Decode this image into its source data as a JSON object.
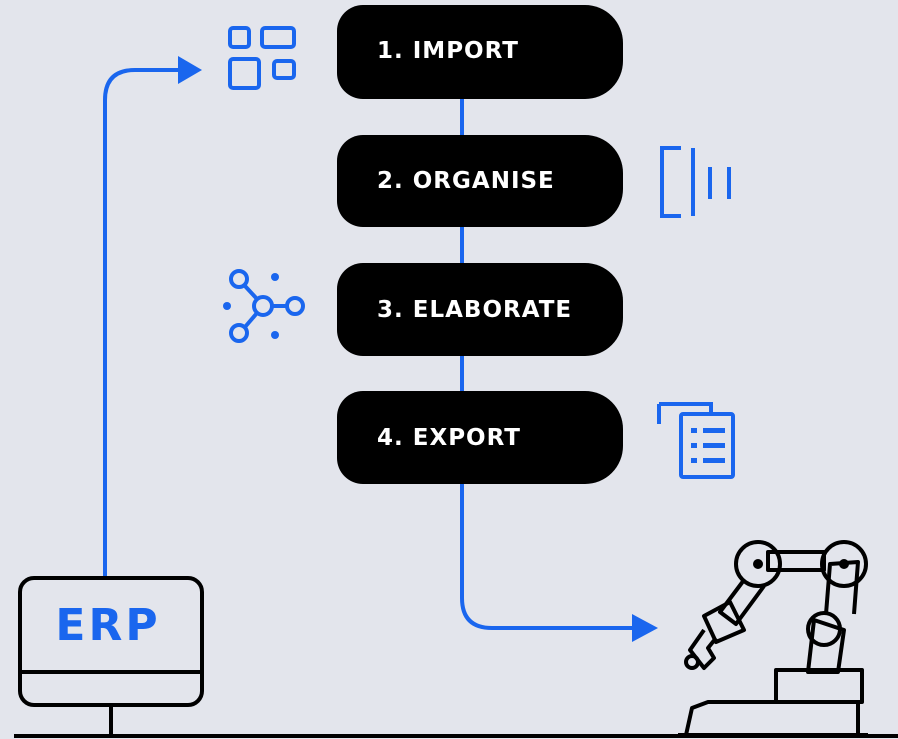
{
  "steps": [
    {
      "label": "1. IMPORT"
    },
    {
      "label": "2. ORGANISE"
    },
    {
      "label": "3. ELABORATE"
    },
    {
      "label": "4. EXPORT"
    }
  ],
  "erp": {
    "label": "ERP"
  },
  "icons": {
    "import": "dashboard-grid-icon",
    "organise": "columns-icon",
    "elaborate": "network-nodes-icon",
    "export": "document-list-icon",
    "robot": "robotic-arm-icon",
    "computer": "computer-monitor-icon"
  },
  "colors": {
    "background": "#e3e5ec",
    "accent": "#1a66ee",
    "step_fill": "#000000",
    "step_text": "#ffffff"
  }
}
